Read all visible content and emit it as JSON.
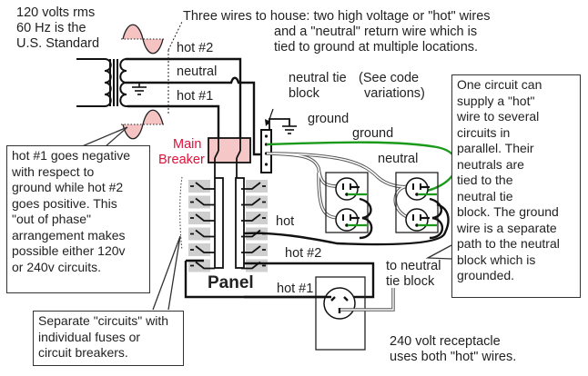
{
  "colors": {
    "wire": "#111111",
    "ground_wire": "#1a9a1a",
    "breaker_fill": "#f6c7c7",
    "breaker_label": "#e0103a",
    "switch_bg": "#cfcfcf",
    "sine_fill": "#f6c3c3"
  },
  "labels": {
    "source_line1": "120 volts rms",
    "source_line2": "60 Hz is the",
    "source_line3": "U.S. Standard",
    "three_wires_line1": "Three wires to house: two high voltage or \"hot\" wires",
    "three_wires_line2": "and a \"neutral\" return wire which is",
    "three_wires_line3": "tied to ground at multiple locations.",
    "hot2": "hot #2",
    "neutral": "neutral",
    "hot1": "hot #1",
    "neutral_tie_line1": "neutral tie",
    "neutral_tie_line2": "block",
    "code_var_line1": "(See code",
    "code_var_line2": "variations)",
    "ground_top": "ground",
    "ground_wire": "ground",
    "neutral_wire": "neutral",
    "main_breaker_line1": "Main",
    "main_breaker_line2": "Breaker",
    "hot_circuit": "hot",
    "panel_hot2": "hot #2",
    "panel_hot1": "hot #1",
    "panel": "Panel",
    "to_neutral_line1": "to neutral",
    "to_neutral_line2": "tie block",
    "receptacle_240_line1": "240 volt receptacle",
    "receptacle_240_line2": "uses both \"hot\" wires."
  },
  "callouts": {
    "phase": [
      "hot #1 goes negative",
      "with respect to",
      "ground while hot #2",
      "goes positive. This",
      "\"out of phase\"",
      "arrangement makes",
      "possible either 120v",
      "or 240v circuits."
    ],
    "circuits": [
      "Separate \"circuits\" with",
      "individual fuses or",
      "circuit breakers."
    ],
    "parallel": [
      "One circuit can",
      "supply a \"hot\"",
      "wire to several",
      "circuits in",
      "parallel. Their",
      "neutrals are",
      "tied to the",
      "neutral tie",
      "block. The ground",
      "wire is a separate",
      "path to the neutral",
      "block which is",
      "grounded."
    ]
  }
}
